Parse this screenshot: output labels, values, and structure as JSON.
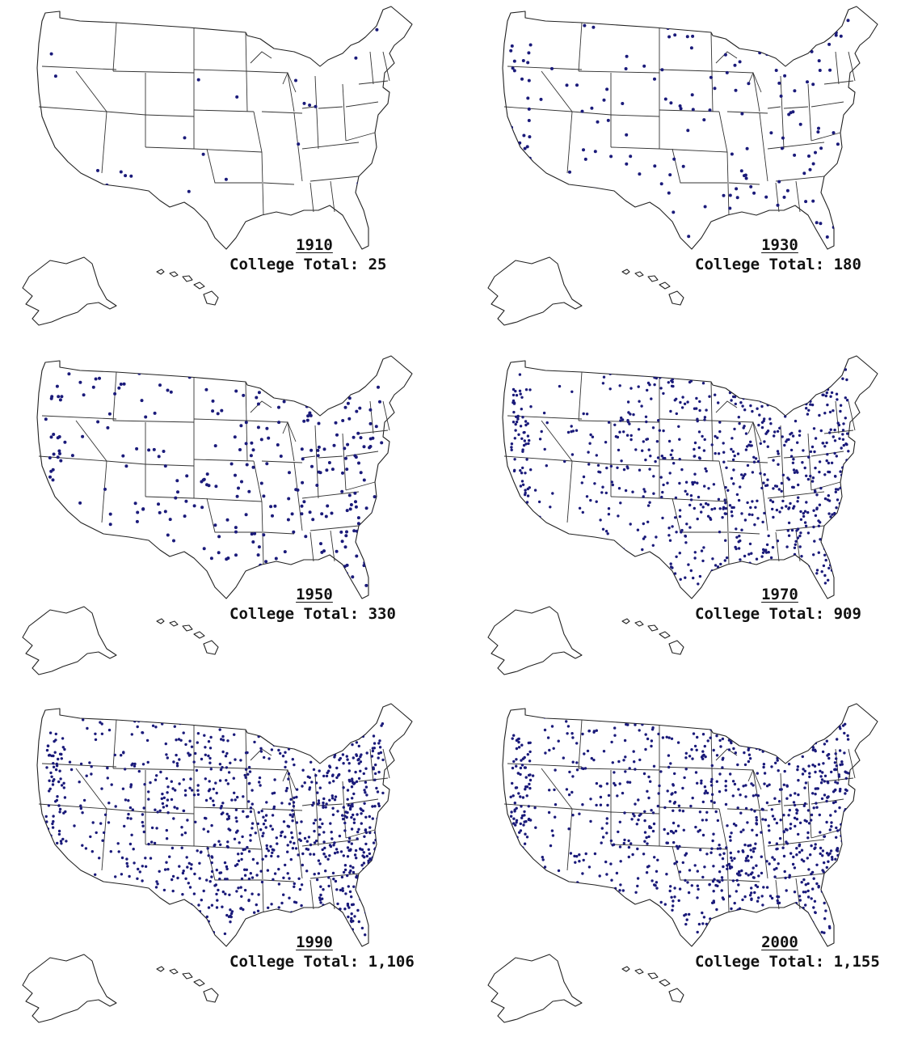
{
  "dot_color": "#1a1a7a",
  "panels": [
    {
      "year": "1910",
      "total_label": "College Total: 25",
      "count": 25,
      "seed": 11
    },
    {
      "year": "1930",
      "total_label": "College Total: 180",
      "count": 180,
      "seed": 23
    },
    {
      "year": "1950",
      "total_label": "College Total: 330",
      "count": 330,
      "seed": 37
    },
    {
      "year": "1970",
      "total_label": "College Total: 909",
      "count": 909,
      "seed": 41
    },
    {
      "year": "1990",
      "total_label": "College Total: 1,106",
      "count": 1106,
      "seed": 53
    },
    {
      "year": "2000",
      "total_label": "College Total: 1,155",
      "count": 1155,
      "seed": 67
    }
  ]
}
